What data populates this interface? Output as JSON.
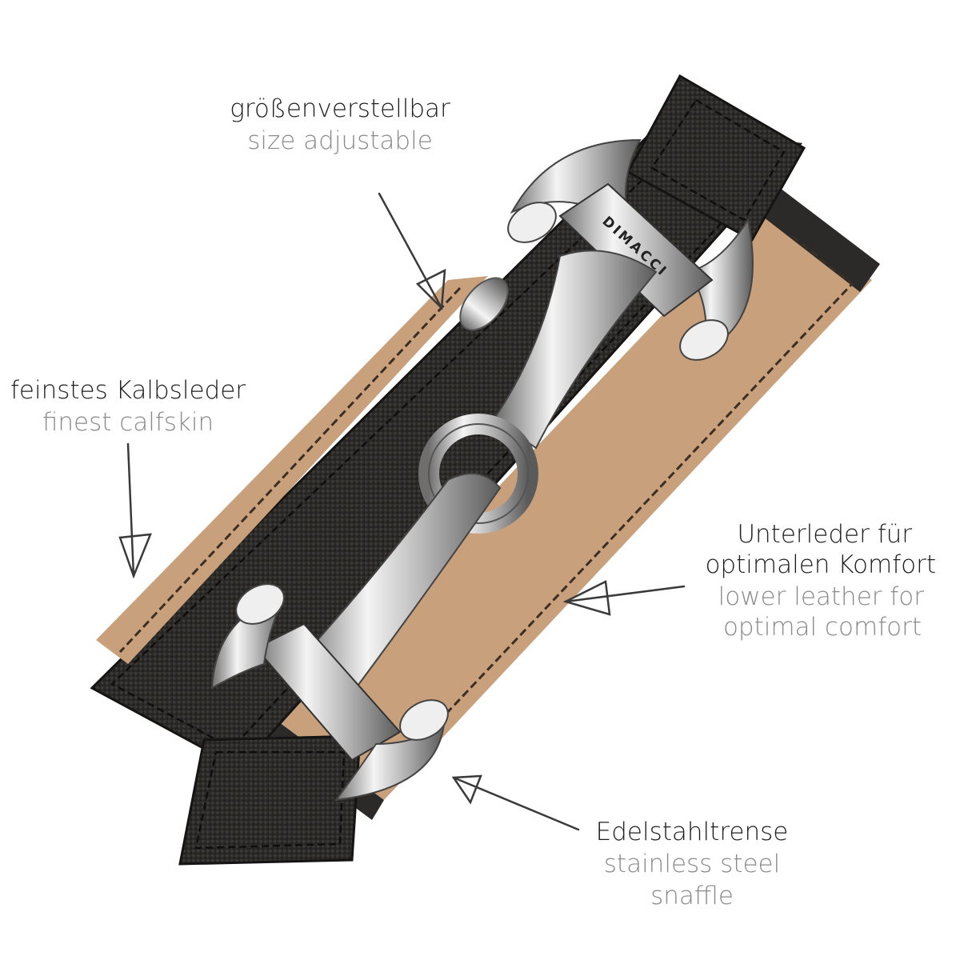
{
  "brand": "DIMACCI",
  "colors": {
    "german_text": "#1e1e1e",
    "english_text": "#8a8a8a",
    "leather": "#2b2a28",
    "lining": "#c9a07c",
    "steel": "#c8c8c8",
    "arrow": "#3a3a3a"
  },
  "annotations": {
    "size": {
      "de": "größenverstellbar",
      "en": "size adjustable"
    },
    "calfskin": {
      "de": "feinstes Kalbsleder",
      "en": "finest calfskin"
    },
    "lining": {
      "de_line1": "Unterleder für",
      "de_line2": "optimalen Komfort",
      "en_line1": "lower leather for",
      "en_line2": "optimal comfort"
    },
    "snaffle": {
      "de": "Edelstahltrense",
      "en_line1": "stainless steel",
      "en_line2": "snaffle"
    }
  },
  "icons": {
    "arrow": "hand-drawn-arrow-icon"
  }
}
